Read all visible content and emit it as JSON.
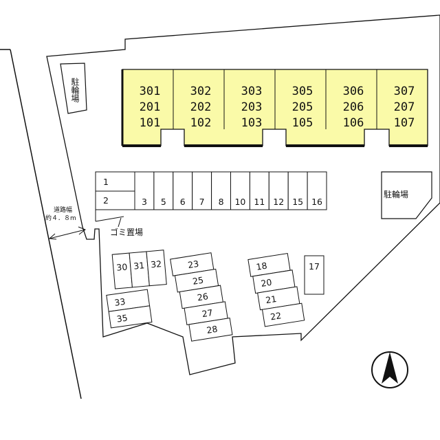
{
  "colors": {
    "building_fill": "#fafaa8",
    "stroke": "#111111",
    "background": "#ffffff"
  },
  "building": {
    "columns": [
      [
        "301",
        "201",
        "101"
      ],
      [
        "302",
        "202",
        "102"
      ],
      [
        "303",
        "203",
        "103"
      ],
      [
        "305",
        "205",
        "105"
      ],
      [
        "306",
        "206",
        "106"
      ],
      [
        "307",
        "207",
        "107"
      ]
    ]
  },
  "bike_parking_left": "駐輪場",
  "bike_parking_right": "駐輪場",
  "road_width_line1": "道路幅",
  "road_width_line2": "約４．８m",
  "garbage_area": "ゴミ置場",
  "parking_top_left": [
    "1",
    "2"
  ],
  "parking_top_row": [
    "3",
    "5",
    "6",
    "7",
    "8",
    "10",
    "11",
    "12",
    "15",
    "16"
  ],
  "parking_group_a_row": [
    "30",
    "31",
    "32"
  ],
  "parking_group_a_stack": [
    "33",
    "35"
  ],
  "parking_group_b": [
    "23",
    "25",
    "26",
    "27",
    "28"
  ],
  "parking_group_c": [
    "18",
    "20",
    "21",
    "22"
  ],
  "parking_single": "17",
  "compass_icon": "north-arrow-icon"
}
